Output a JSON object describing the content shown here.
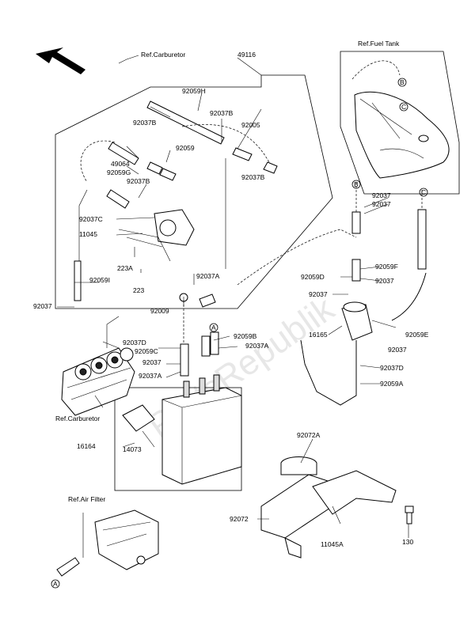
{
  "labels": {
    "ref_carburetor_top": "Ref.Carburetor",
    "p49116": "49116",
    "ref_fuel_tank": "Ref.Fuel Tank",
    "p92059H": "92059H",
    "p92037B_a": "92037B",
    "p92037B_b": "92037B",
    "p92005": "92005",
    "p92059": "92059",
    "p49064": "49064",
    "p92059G": "92059G",
    "p92037B_c": "92037B",
    "p92037B_d": "92037B",
    "p92037C": "92037C",
    "p11045": "11045",
    "p223A": "223A",
    "p223": "223",
    "p92059I": "92059I",
    "p92037_left": "92037",
    "p92037A_mid": "92037A",
    "p92009": "92009",
    "p92037D_left": "92037D",
    "p92059C": "92059C",
    "p92037_mid": "92037",
    "p92037A_low": "92037A",
    "p92059B": "92059B",
    "p92037A_b": "92037A",
    "ref_carburetor_bottom": "Ref.Carburetor",
    "p16164": "16164",
    "p14073": "14073",
    "p92037_r1": "92037",
    "p92037_r2": "92037",
    "p92059F": "92059F",
    "p92059D": "92059D",
    "p92037_r3": "92037",
    "p92037_r4": "92037",
    "p16165": "16165",
    "p92037_r5": "92037",
    "p92059E": "92059E",
    "p92037D_right": "92037D",
    "p92059A": "92059A",
    "p92072A": "92072A",
    "p92072": "92072",
    "p11045A": "11045A",
    "p130": "130",
    "ref_air_filter": "Ref.Air Filter",
    "marker_A": "A",
    "marker_B": "B",
    "marker_C": "C"
  },
  "watermark": "PartsRepublik",
  "colors": {
    "line": "#000000",
    "background": "#ffffff",
    "watermark": "#bbbbbb"
  }
}
